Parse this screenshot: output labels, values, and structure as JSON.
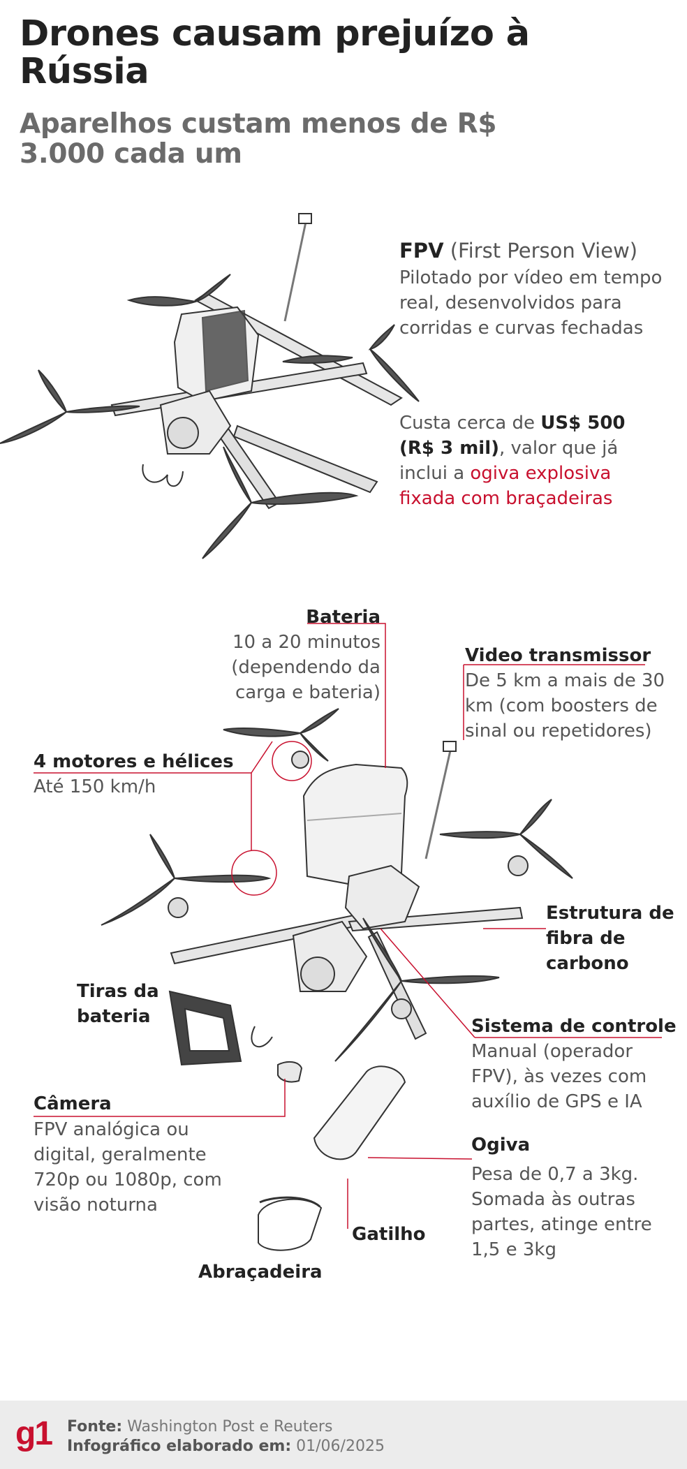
{
  "title": "Drones causam prejuízo à Rússia",
  "subtitle": "Aparelhos custam menos de R$ 3.000 cada um",
  "fpv": {
    "heading_bold": "FPV",
    "heading_rest": " (First Person View)",
    "desc": "Pilotado por vídeo em tempo real, desenvolvidos para corridas e curvas fechadas",
    "cost_pre": "Custa cerca de ",
    "cost_bold": "US$ 500 (R$ 3 mil)",
    "cost_mid": ", valor que já inclui a ",
    "cost_red": "ogiva explosiva fixada com braçadeiras"
  },
  "parts": {
    "bateria": {
      "label": "Bateria",
      "desc": "10 a 20 minutos (dependendo da carga e bateria)"
    },
    "video": {
      "label": "Video transmissor",
      "desc": "De 5 km a mais de 30 km (com boosters de sinal ou repetidores)"
    },
    "motores": {
      "label": "4 motores e hélices",
      "desc": "Até 150 km/h"
    },
    "estrutura": {
      "label": "Estrutura de fibra de carbono"
    },
    "tiras": {
      "label": "Tiras da bateria"
    },
    "sistema": {
      "label": "Sistema de controle",
      "desc": "Manual (operador FPV), às vezes com auxílio de GPS e IA"
    },
    "camera": {
      "label": "Câmera",
      "desc": "FPV analógica ou digital, geralmente 720p ou 1080p, com visão noturna"
    },
    "ogiva": {
      "label": "Ogiva",
      "desc": "Pesa de 0,7 a 3kg. Somada às outras partes, atinge entre 1,5 e 3kg"
    },
    "gatilho": {
      "label": "Gatilho"
    },
    "abracadeira": {
      "label": "Abraçadeira"
    }
  },
  "footer": {
    "logo": "g1",
    "fonte_label": "Fonte:",
    "fonte_value": " Washington Post e Reuters",
    "info_label": "Infográfico elaborado em:",
    "info_value": " 01/06/2025"
  },
  "colors": {
    "accent": "#c8102e",
    "footer_bg": "#ececec"
  }
}
